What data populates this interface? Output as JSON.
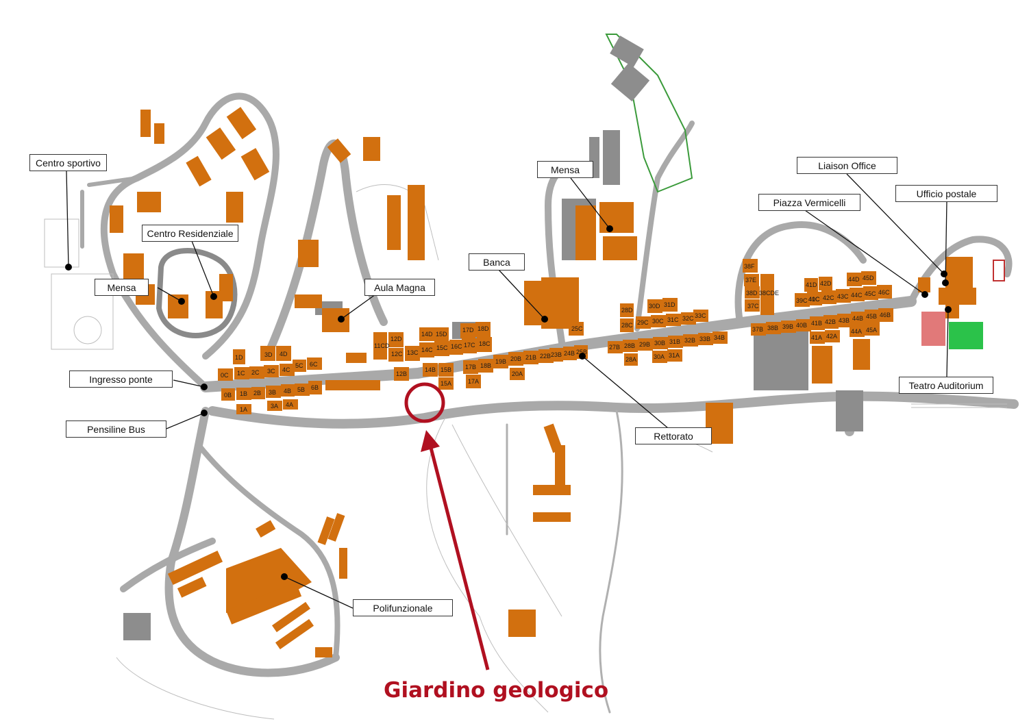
{
  "colors": {
    "road": "#a9a9a9",
    "building": "#d2700f",
    "highlight": "#b01020",
    "outline": "#333333"
  },
  "callouts": {
    "centro_sportivo": "Centro sportivo",
    "centro_residenziale": "Centro Residenziale",
    "mensa_west": "Mensa",
    "ingresso_ponte": "Ingresso ponte",
    "pensiline_bus": "Pensiline Bus",
    "aula_magna": "Aula Magna",
    "mensa_north": "Mensa",
    "banca": "Banca",
    "rettorato": "Rettorato",
    "polifunzionale": "Polifunzionale",
    "piazza_vermicelli": "Piazza Vermicelli",
    "liaison_office": "Liaison Office",
    "ufficio_postale": "Ufficio postale",
    "teatro_auditorium": "Teatro Auditorium"
  },
  "highlight": {
    "label": "Giardino geologico"
  },
  "building_labels": [
    "1D",
    "3D",
    "4D",
    "5C",
    "6C",
    "0C",
    "1C",
    "2C",
    "3C",
    "4C",
    "0B",
    "1B",
    "2B",
    "3B",
    "4B",
    "5B",
    "6B",
    "1A",
    "3A",
    "4A",
    "12D",
    "11CD",
    "12C",
    "13C",
    "14D",
    "15D",
    "14C",
    "15C",
    "16C",
    "17D",
    "18D",
    "17C",
    "18C",
    "12B",
    "14B",
    "15B",
    "15A",
    "17B",
    "18B",
    "17A",
    "19B",
    "20B",
    "21B",
    "22B",
    "20A",
    "23B",
    "24B",
    "25C",
    "25B",
    "28D",
    "30D",
    "31D",
    "28C",
    "29C",
    "30C",
    "31C",
    "32C",
    "33C",
    "27B",
    "28B",
    "29B",
    "30B",
    "31B",
    "32B",
    "33B",
    "34B",
    "28A",
    "30A",
    "31A",
    "38F",
    "37E",
    "38D",
    "38CDE",
    "37C",
    "37B",
    "38B",
    "39C",
    "40C",
    "41D",
    "42D",
    "41C",
    "42C",
    "43C",
    "44D",
    "45D",
    "44C",
    "45C",
    "46C",
    "39B",
    "40B",
    "41B",
    "42B",
    "43B",
    "44B",
    "45B",
    "46B",
    "41A",
    "42A",
    "44A",
    "45A"
  ]
}
